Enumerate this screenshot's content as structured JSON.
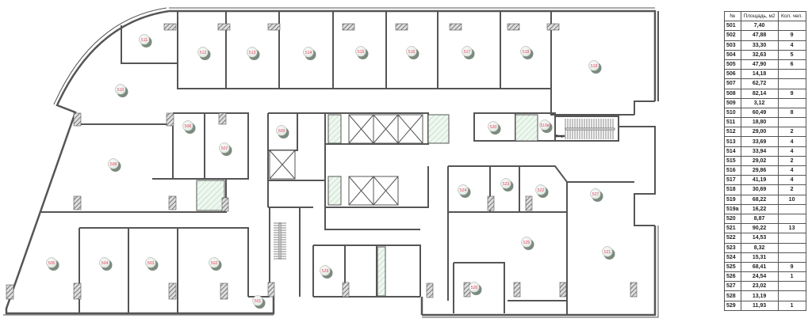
{
  "plan": {
    "stair_label": "Вверх",
    "rooms": [
      "511",
      "512",
      "513",
      "514",
      "515",
      "516",
      "517",
      "518",
      "519",
      "510",
      "506",
      "507",
      "508",
      "509",
      "505",
      "504",
      "503",
      "502",
      "501",
      "529",
      "520",
      "519a",
      "524",
      "523",
      "522",
      "527",
      "525",
      "521",
      "526"
    ]
  },
  "table": {
    "headers": [
      "№",
      "Площадь, м2",
      "Кол. чел."
    ],
    "rows": [
      [
        "501",
        "7,40",
        ""
      ],
      [
        "502",
        "47,88",
        "9"
      ],
      [
        "503",
        "33,30",
        "4"
      ],
      [
        "504",
        "32,63",
        "5"
      ],
      [
        "505",
        "47,90",
        "6"
      ],
      [
        "506",
        "14,18",
        ""
      ],
      [
        "507",
        "62,72",
        ""
      ],
      [
        "508",
        "82,14",
        "9"
      ],
      [
        "509",
        "3,12",
        ""
      ],
      [
        "510",
        "60,49",
        "8"
      ],
      [
        "511",
        "18,80",
        ""
      ],
      [
        "512",
        "29,00",
        "2"
      ],
      [
        "513",
        "33,69",
        "4"
      ],
      [
        "514",
        "33,94",
        "4"
      ],
      [
        "515",
        "29,02",
        "2"
      ],
      [
        "516",
        "29,86",
        "4"
      ],
      [
        "517",
        "41,19",
        "4"
      ],
      [
        "518",
        "30,69",
        "2"
      ],
      [
        "519",
        "68,22",
        "10"
      ],
      [
        "519a",
        "16,22",
        ""
      ],
      [
        "520",
        "8,87",
        ""
      ],
      [
        "521",
        "90,22",
        "13"
      ],
      [
        "522",
        "14,53",
        ""
      ],
      [
        "523",
        "8,32",
        ""
      ],
      [
        "524",
        "15,31",
        ""
      ],
      [
        "525",
        "68,41",
        "9"
      ],
      [
        "526",
        "24,54",
        "1"
      ],
      [
        "527",
        "23,02",
        ""
      ],
      [
        "528",
        "13,19",
        ""
      ],
      [
        "529",
        "11,93",
        "1"
      ]
    ]
  },
  "colors": {
    "wall": "#555555",
    "label": "#e0405a",
    "shaft": "#cfe8d2"
  }
}
